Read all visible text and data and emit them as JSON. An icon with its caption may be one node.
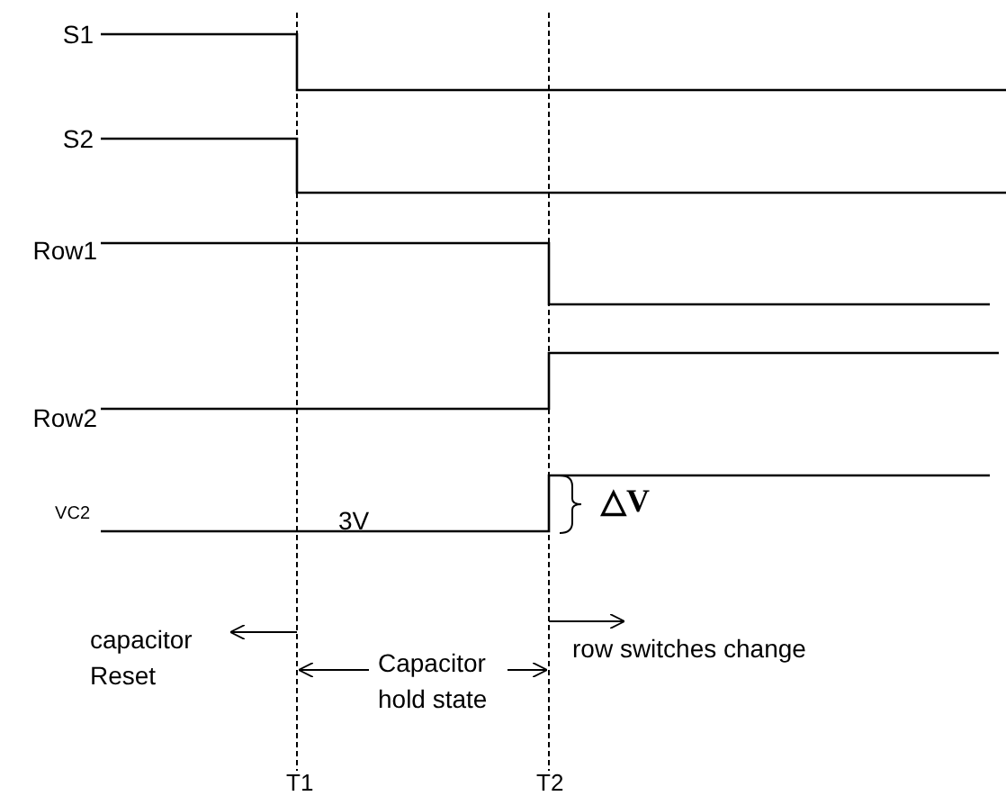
{
  "diagram": {
    "labels": [
      "S1",
      "S2",
      "Row1",
      "Row2",
      "VC2",
      "3V",
      "△V",
      "capacitor Reset",
      "Capacitor hold state",
      "row switches change",
      "T1",
      "T2"
    ]
  }
}
